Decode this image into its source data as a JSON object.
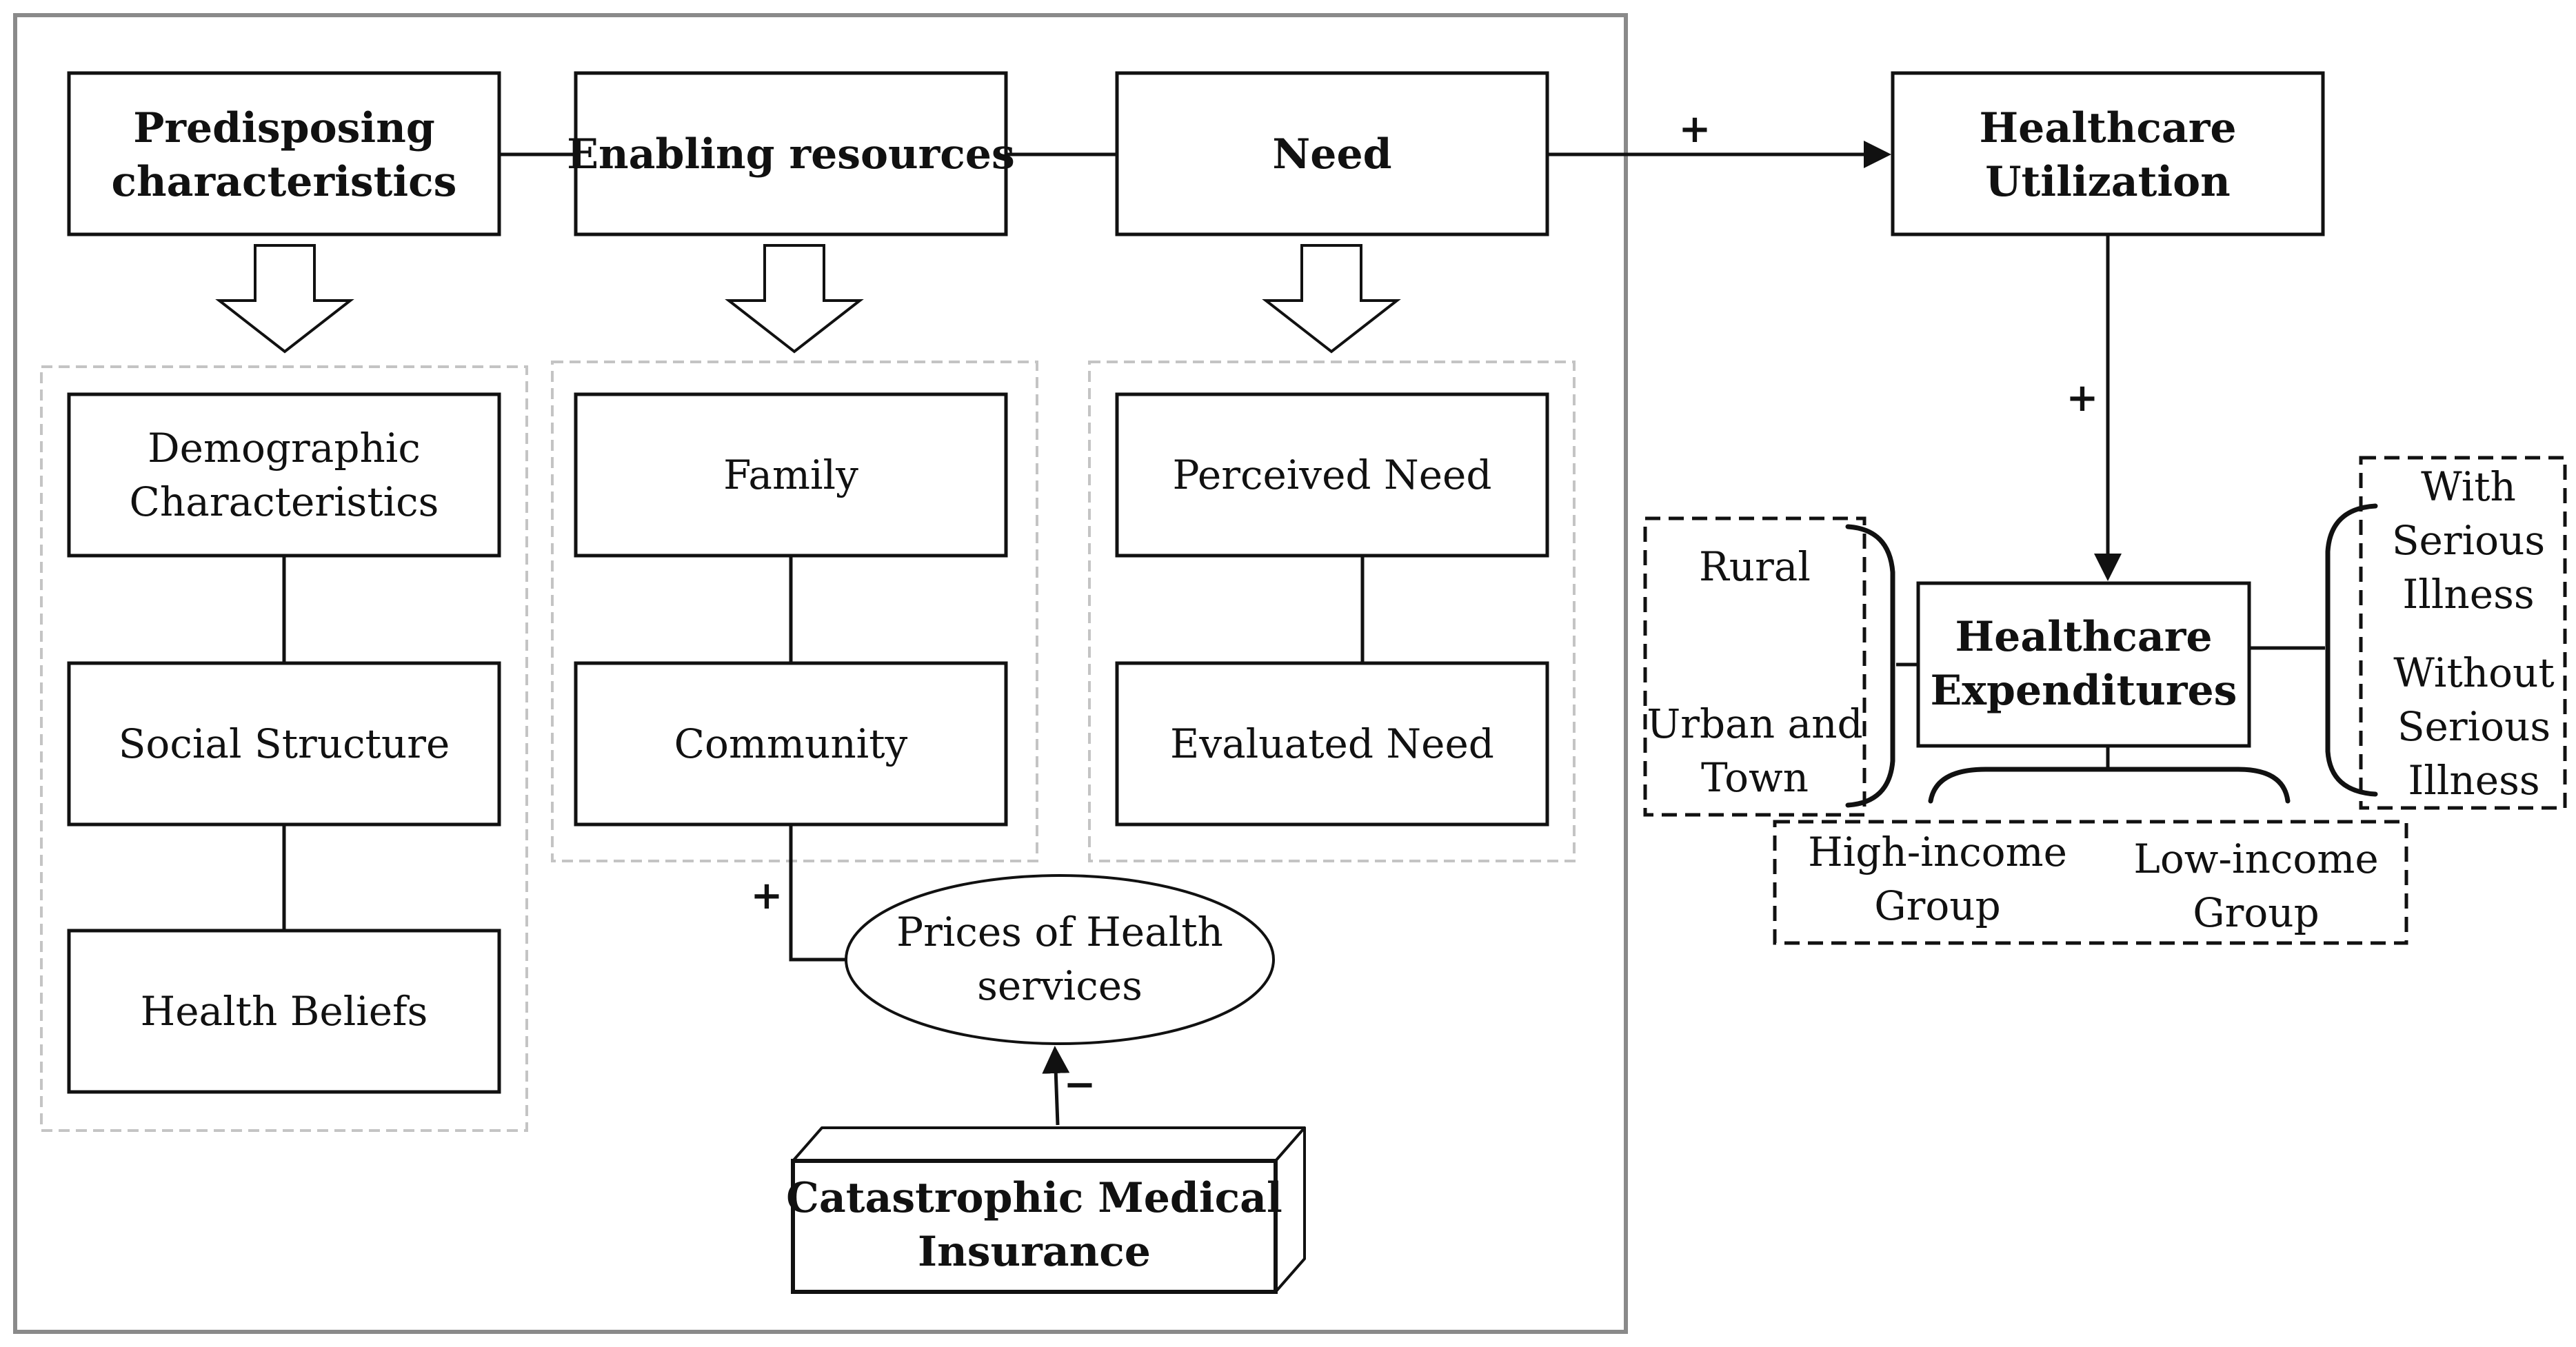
{
  "andersen_model": {
    "predisposing": {
      "line1": "Predisposing",
      "line2": "characteristics"
    },
    "enabling": {
      "label": "Enabling resources"
    },
    "need": {
      "label": "Need"
    },
    "predisposing_items": {
      "demographic": {
        "line1": "Demographic",
        "line2": "Characteristics"
      },
      "social": "Social Structure",
      "beliefs": "Health Beliefs"
    },
    "enabling_items": {
      "family": "Family",
      "community": "Community"
    },
    "need_items": {
      "perceived": "Perceived Need",
      "evaluated": "Evaluated Need"
    },
    "prices": {
      "line1": "Prices of Health",
      "line2": "services"
    },
    "insurance": {
      "line1": "Catastrophic Medical",
      "line2": "Insurance"
    },
    "signs": {
      "community_to_prices": "+",
      "insurance_to_prices": "−"
    }
  },
  "outcomes": {
    "utilization": {
      "line1": "Healthcare",
      "line2": "Utilization"
    },
    "expenditures": {
      "line1": "Healthcare",
      "line2": "Expenditures"
    },
    "signs": {
      "need_to_utilization": "+",
      "utilization_to_expenditures": "+"
    }
  },
  "subgroups": {
    "residence": {
      "rural": "Rural",
      "urban_line1": "Urban and",
      "urban_line2": "Town"
    },
    "illness": {
      "with_line1": "With",
      "with_line2": "Serious",
      "with_line3": "Illness",
      "without_line1": "Without",
      "without_line2": "Serious",
      "without_line3": "Illness"
    },
    "income": {
      "high_line1": "High-income",
      "high_line2": "Group",
      "low_line1": "Low-income",
      "low_line2": "Group"
    }
  }
}
